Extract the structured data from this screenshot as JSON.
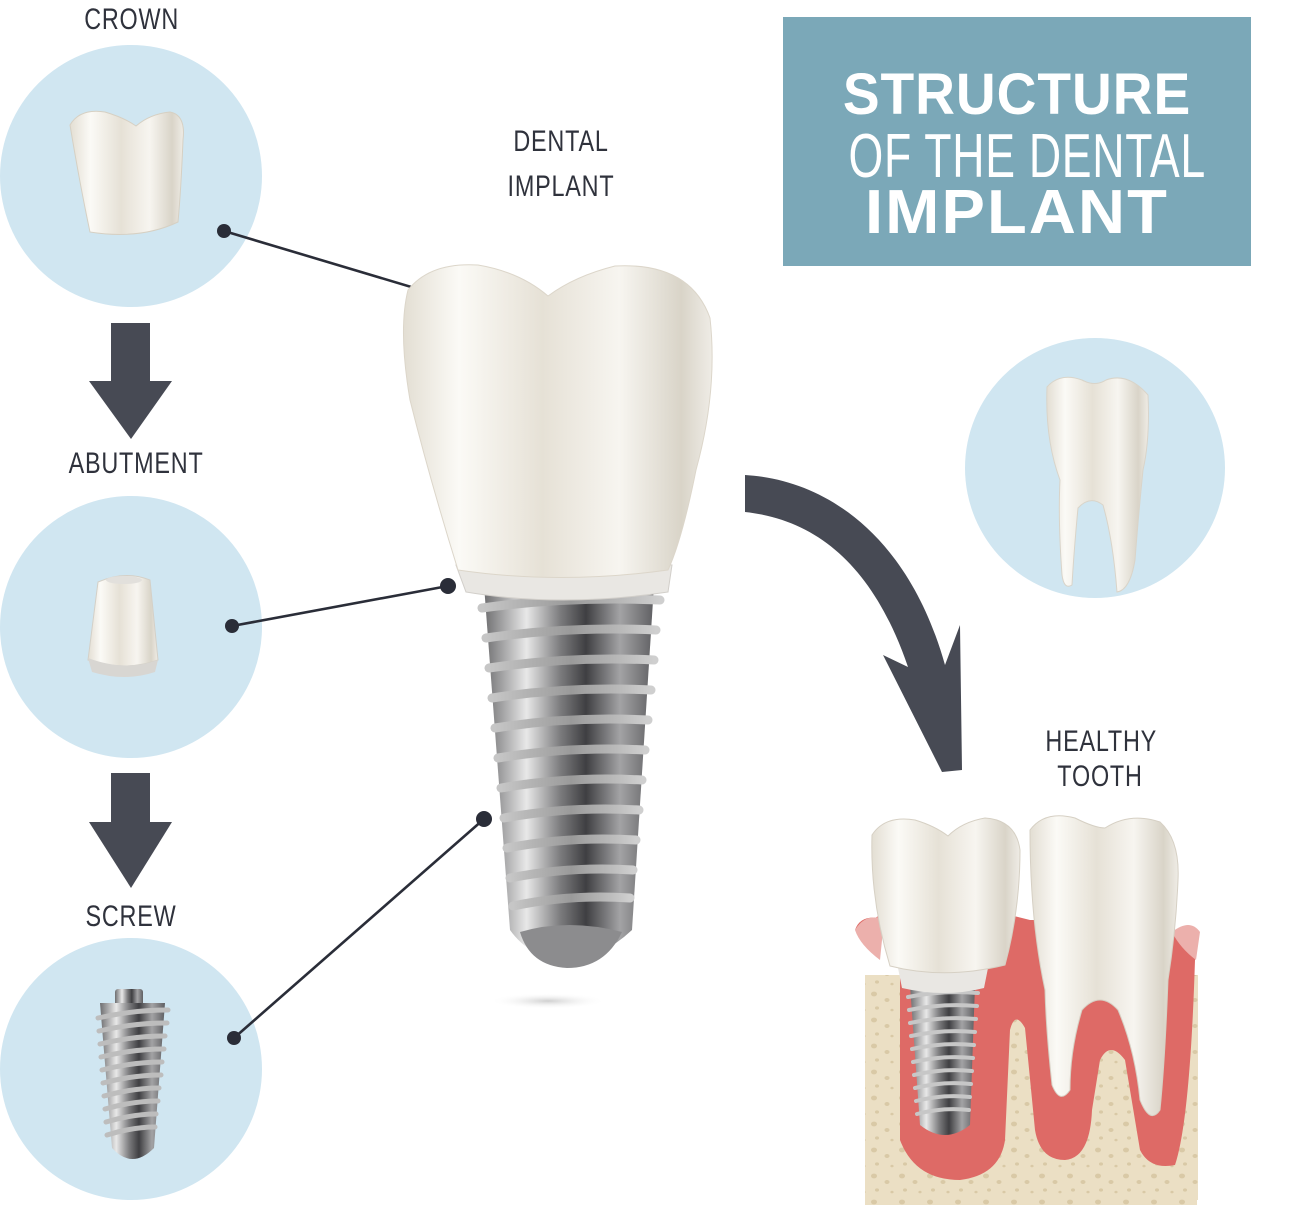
{
  "title": {
    "line1": "STRUCTURE",
    "line2": "OF THE DENTAL",
    "line3": "IMPLANT",
    "background_color": "#7ba8b8",
    "text_color": "#ffffff"
  },
  "components": [
    {
      "label": "CROWN",
      "icon": "crown-icon"
    },
    {
      "label": "ABUTMENT",
      "icon": "abutment-icon"
    },
    {
      "label": "SCREW",
      "icon": "screw-icon"
    }
  ],
  "center": {
    "label_line1": "DENTAL",
    "label_line2": "IMPLANT",
    "icon": "dental-implant-icon"
  },
  "comparison": {
    "label_line1": "HEALTHY",
    "label_line2": "TOOTH",
    "tooth_icon": "healthy-tooth-icon",
    "cross_section_icon": "implant-vs-tooth-cross-section-icon"
  },
  "colors": {
    "circle": "#d0e6f1",
    "arrow": "#474a54",
    "label_text": "#2f323c",
    "gum": "#d9605d",
    "bone": "#e9dcc0",
    "tooth": "#efece4",
    "metal": "#8d8d8f"
  }
}
